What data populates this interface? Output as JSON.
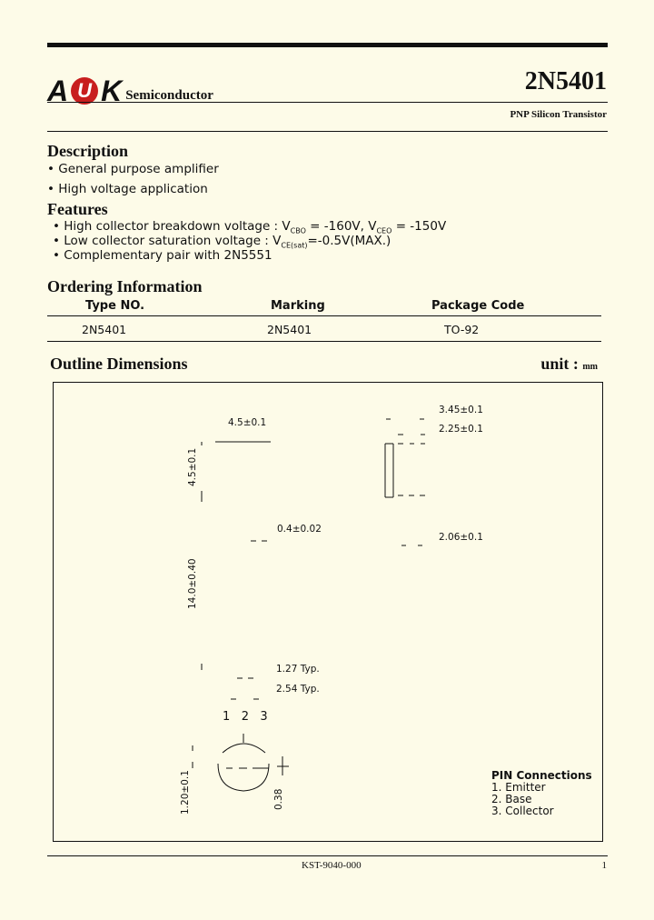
{
  "header": {
    "logo_a": "A",
    "logo_u": "U",
    "logo_k": "K",
    "logo_suffix": "Semiconductor",
    "part_number": "2N5401",
    "subtitle": "PNP Silicon Transistor"
  },
  "description": {
    "heading": "Description",
    "items": [
      "General purpose amplifier",
      "High voltage application"
    ]
  },
  "features": {
    "heading": "Features",
    "item1_prefix": "High collector breakdown voltage : V",
    "item1_sub1": "CBO",
    "item1_mid": "= -160V, V",
    "item1_sub2": "CEO",
    "item1_suffix": "= -150V",
    "item2_prefix": "Low collector saturation voltage : V",
    "item2_sub": "CE(sat)",
    "item2_suffix": "=-0.5V(MAX.)",
    "item3": "Complementary pair with 2N5551"
  },
  "ordering": {
    "heading": "Ordering Information",
    "columns": [
      "Type NO.",
      "Marking",
      "Package Code"
    ],
    "rows": [
      [
        "2N5401",
        "2N5401",
        "TO-92"
      ]
    ]
  },
  "outline": {
    "heading": "Outline Dimensions",
    "unit_label": "unit :",
    "unit_value": "mm",
    "dims": {
      "width": "4.5±0.1",
      "height": "4.5±0.1",
      "lead_width": "0.4±0.02",
      "lead_length": "14.0±0.40",
      "pitch1": "1.27 Typ.",
      "pitch2": "2.54 Typ.",
      "thick1": "3.45±0.1",
      "thick2": "2.25±0.1",
      "thick3": "2.06±0.1",
      "bottom_h": "1.20±0.1",
      "bottom_w": "0.38"
    },
    "pin_numbers": [
      "1",
      "2",
      "3"
    ],
    "pin_connections": {
      "title": "PIN Connections",
      "items": [
        "1. Emitter",
        "2. Base",
        "3. Collector"
      ]
    }
  },
  "footer": {
    "doc_id": "KST-9040-000",
    "page": "1"
  }
}
